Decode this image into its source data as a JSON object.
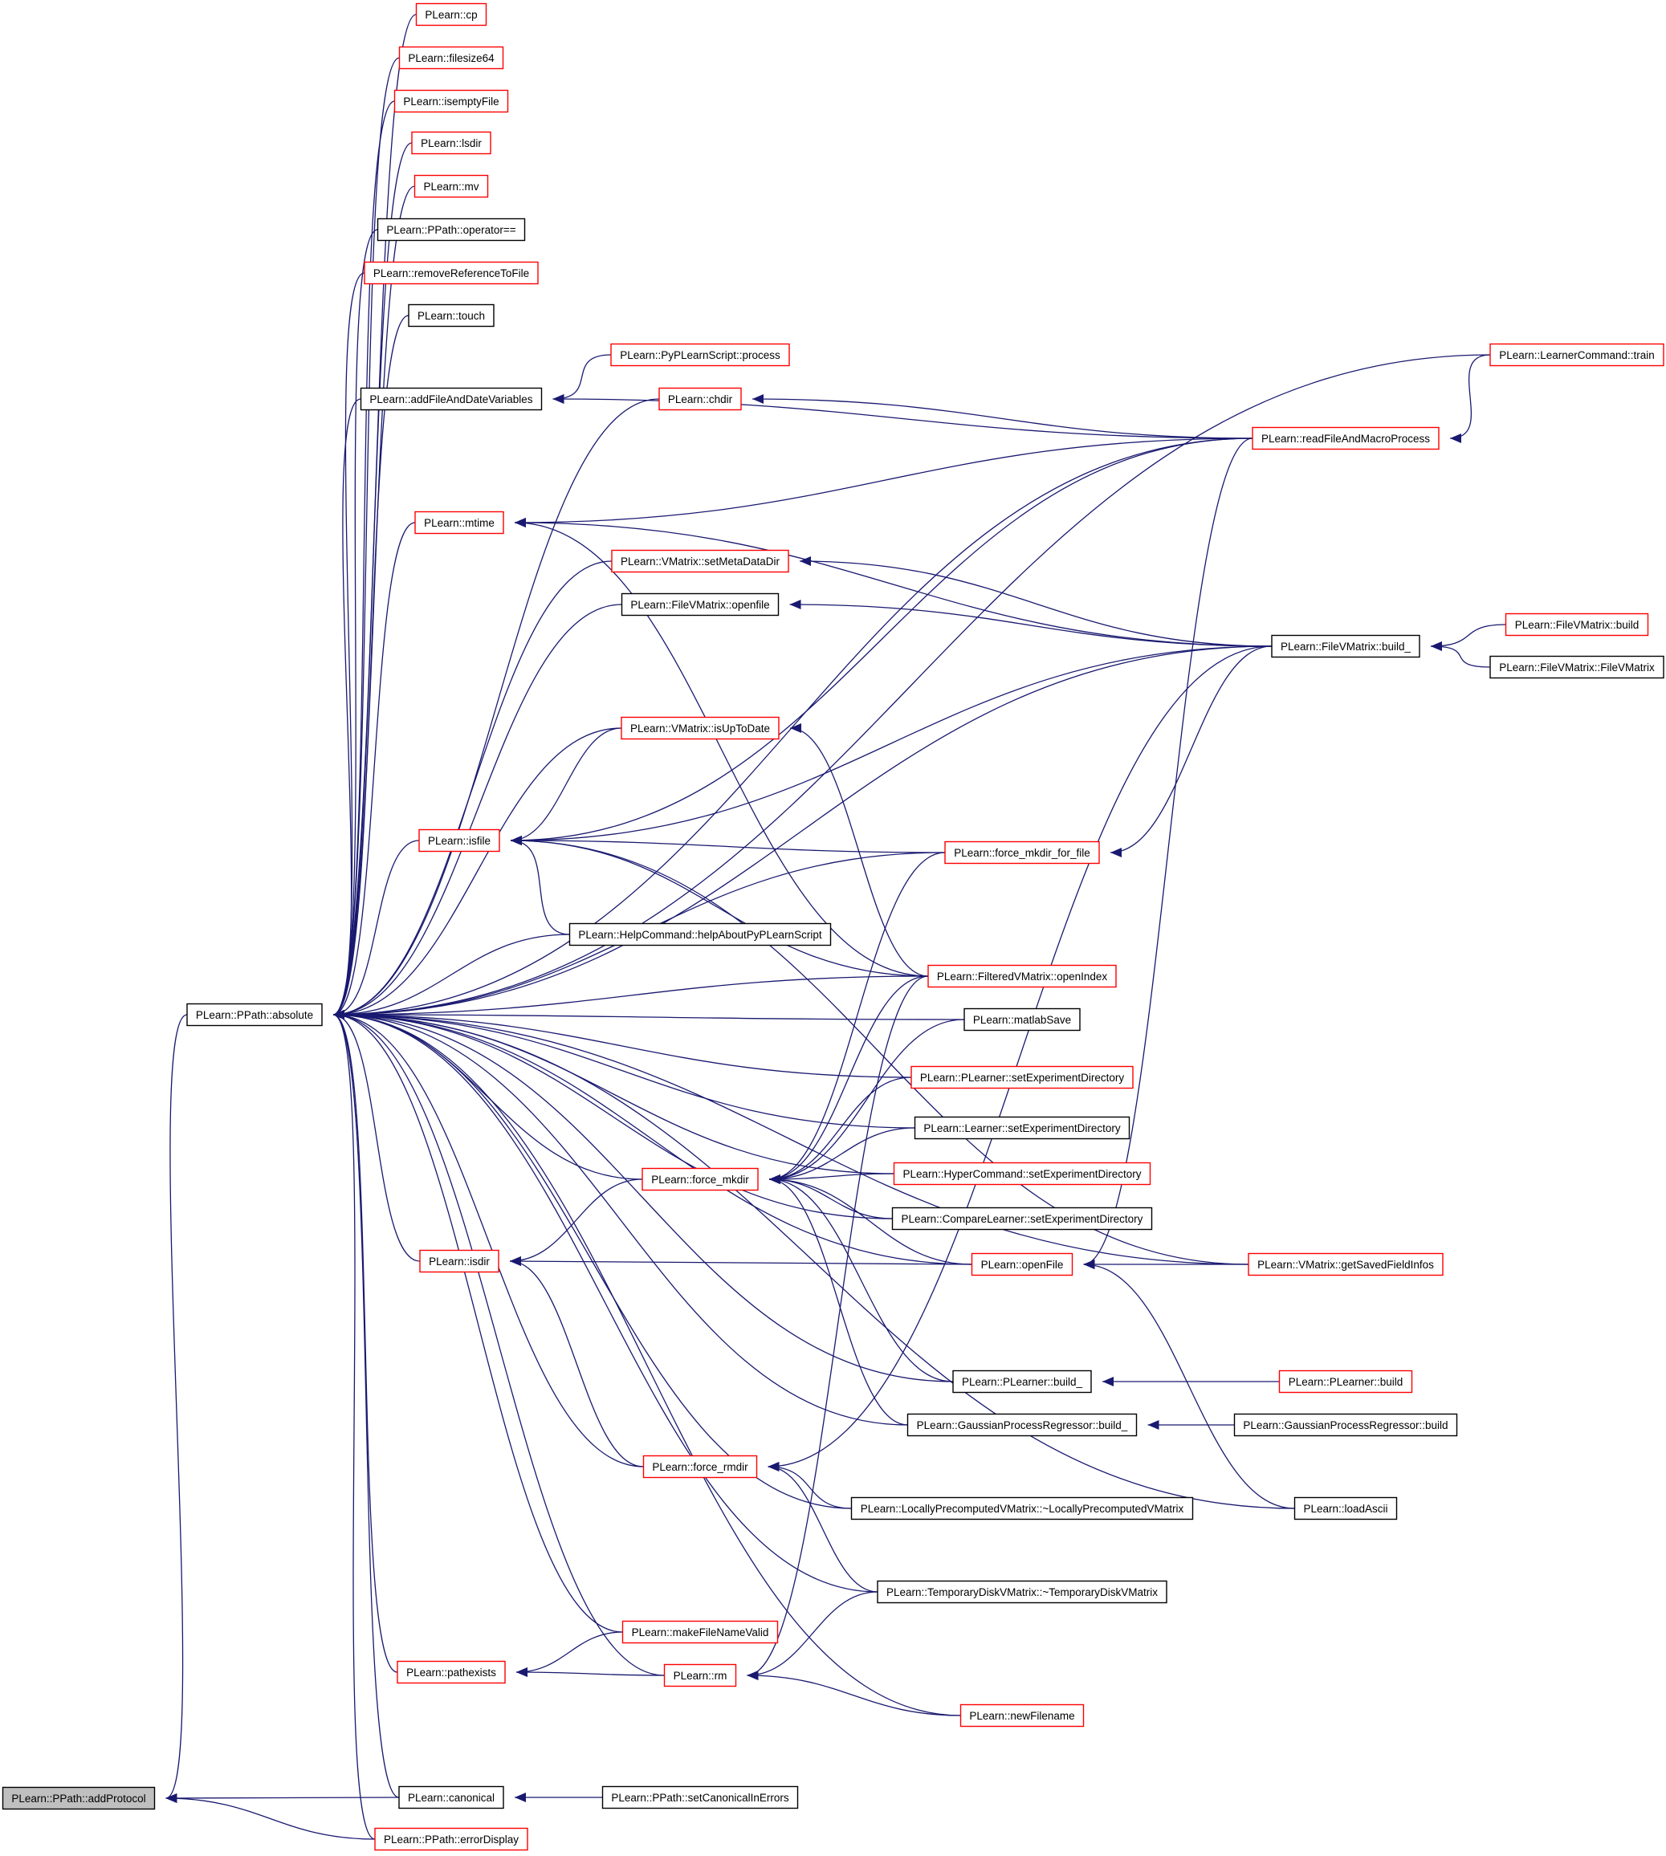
{
  "colors": {
    "edge": "#191970",
    "black_border": "#000000",
    "red_border": "#ff0000",
    "root_fill": "#bfbfbf",
    "background": "#ffffff"
  },
  "nodes": [
    {
      "id": "addProtocol",
      "label": "PLearn::PPath::addProtocol",
      "border": "black",
      "root": true
    },
    {
      "id": "absolute",
      "label": "PLearn::PPath::absolute",
      "border": "black"
    },
    {
      "id": "cp",
      "label": "PLearn::cp",
      "border": "red"
    },
    {
      "id": "filesize64",
      "label": "PLearn::filesize64",
      "border": "red"
    },
    {
      "id": "isemptyFile",
      "label": "PLearn::isemptyFile",
      "border": "red"
    },
    {
      "id": "lsdir",
      "label": "PLearn::lsdir",
      "border": "red"
    },
    {
      "id": "mv",
      "label": "PLearn::mv",
      "border": "red"
    },
    {
      "id": "opeq",
      "label": "PLearn::PPath::operator==",
      "border": "black"
    },
    {
      "id": "removeRef",
      "label": "PLearn::removeReferenceToFile",
      "border": "red"
    },
    {
      "id": "touch",
      "label": "PLearn::touch",
      "border": "black"
    },
    {
      "id": "addFileDate",
      "label": "PLearn::addFileAndDateVariables",
      "border": "black"
    },
    {
      "id": "pyprocess",
      "label": "PLearn::PyPLearnScript::process",
      "border": "red"
    },
    {
      "id": "chdir",
      "label": "PLearn::chdir",
      "border": "red"
    },
    {
      "id": "mtime",
      "label": "PLearn::mtime",
      "border": "red"
    },
    {
      "id": "setMetaDataDir",
      "label": "PLearn::VMatrix::setMetaDataDir",
      "border": "red"
    },
    {
      "id": "openfile",
      "label": "PLearn::FileVMatrix::openfile",
      "border": "black"
    },
    {
      "id": "isUpToDate",
      "label": "PLearn::VMatrix::isUpToDate",
      "border": "red"
    },
    {
      "id": "isfile",
      "label": "PLearn::isfile",
      "border": "red"
    },
    {
      "id": "helpAbout",
      "label": "PLearn::HelpCommand::helpAboutPyPLearnScript",
      "border": "black"
    },
    {
      "id": "forceMkdir",
      "label": "PLearn::force_mkdir",
      "border": "red"
    },
    {
      "id": "isdir",
      "label": "PLearn::isdir",
      "border": "red"
    },
    {
      "id": "forceRmdir",
      "label": "PLearn::force_rmdir",
      "border": "red"
    },
    {
      "id": "makeValid",
      "label": "PLearn::makeFileNameValid",
      "border": "red"
    },
    {
      "id": "pathexists",
      "label": "PLearn::pathexists",
      "border": "red"
    },
    {
      "id": "rm",
      "label": "PLearn::rm",
      "border": "red"
    },
    {
      "id": "canonical",
      "label": "PLearn::canonical",
      "border": "black"
    },
    {
      "id": "errorDisplay",
      "label": "PLearn::PPath::errorDisplay",
      "border": "red"
    },
    {
      "id": "setCanon",
      "label": "PLearn::PPath::setCanonicalInErrors",
      "border": "black"
    },
    {
      "id": "learnerTrain",
      "label": "PLearn::LearnerCommand::train",
      "border": "red"
    },
    {
      "id": "readFileMacro",
      "label": "PLearn::readFileAndMacroProcess",
      "border": "red"
    },
    {
      "id": "fvmBuild_",
      "label": "PLearn::FileVMatrix::build_",
      "border": "black"
    },
    {
      "id": "fvmBuild",
      "label": "PLearn::FileVMatrix::build",
      "border": "red"
    },
    {
      "id": "fvmCtor",
      "label": "PLearn::FileVMatrix::FileVMatrix",
      "border": "black"
    },
    {
      "id": "forceMkdirFile",
      "label": "PLearn::force_mkdir_for_file",
      "border": "red"
    },
    {
      "id": "filteredOpen",
      "label": "PLearn::FilteredVMatrix::openIndex",
      "border": "red"
    },
    {
      "id": "matlabSave",
      "label": "PLearn::matlabSave",
      "border": "black"
    },
    {
      "id": "plSetExp",
      "label": "PLearn::PLearner::setExperimentDirectory",
      "border": "red"
    },
    {
      "id": "lSetExp",
      "label": "PLearn::Learner::setExperimentDirectory",
      "border": "black"
    },
    {
      "id": "hSetExp",
      "label": "PLearn::HyperCommand::setExperimentDirectory",
      "border": "red"
    },
    {
      "id": "cSetExp",
      "label": "PLearn::CompareLearner::setExperimentDirectory",
      "border": "black"
    },
    {
      "id": "openFile",
      "label": "PLearn::openFile",
      "border": "red"
    },
    {
      "id": "getSaved",
      "label": "PLearn::VMatrix::getSavedFieldInfos",
      "border": "red"
    },
    {
      "id": "plBuild_",
      "label": "PLearn::PLearner::build_",
      "border": "black"
    },
    {
      "id": "plBuild",
      "label": "PLearn::PLearner::build",
      "border": "red"
    },
    {
      "id": "gpBuild_",
      "label": "PLearn::GaussianProcessRegressor::build_",
      "border": "black"
    },
    {
      "id": "gpBuild",
      "label": "PLearn::GaussianProcessRegressor::build",
      "border": "black"
    },
    {
      "id": "lpvDtor",
      "label": "PLearn::LocallyPrecomputedVMatrix::~LocallyPrecomputedVMatrix",
      "border": "black"
    },
    {
      "id": "loadAscii",
      "label": "PLearn::loadAscii",
      "border": "black"
    },
    {
      "id": "tdvDtor",
      "label": "PLearn::TemporaryDiskVMatrix::~TemporaryDiskVMatrix",
      "border": "black"
    },
    {
      "id": "newFilename",
      "label": "PLearn::newFilename",
      "border": "red"
    }
  ],
  "edges": [
    [
      "addProtocol",
      "absolute"
    ],
    [
      "addProtocol",
      "canonical"
    ],
    [
      "addProtocol",
      "errorDisplay"
    ],
    [
      "absolute",
      "cp"
    ],
    [
      "absolute",
      "filesize64"
    ],
    [
      "absolute",
      "isemptyFile"
    ],
    [
      "absolute",
      "lsdir"
    ],
    [
      "absolute",
      "mv"
    ],
    [
      "absolute",
      "opeq"
    ],
    [
      "absolute",
      "removeRef"
    ],
    [
      "absolute",
      "touch"
    ],
    [
      "absolute",
      "addFileDate"
    ],
    [
      "absolute",
      "learnerTrain"
    ],
    [
      "absolute",
      "readFileMacro"
    ],
    [
      "absolute",
      "chdir"
    ],
    [
      "absolute",
      "mtime"
    ],
    [
      "absolute",
      "setMetaDataDir"
    ],
    [
      "absolute",
      "openfile"
    ],
    [
      "absolute",
      "fvmBuild_"
    ],
    [
      "absolute",
      "isUpToDate"
    ],
    [
      "absolute",
      "forceMkdirFile"
    ],
    [
      "absolute",
      "isfile"
    ],
    [
      "absolute",
      "helpAbout"
    ],
    [
      "absolute",
      "filteredOpen"
    ],
    [
      "absolute",
      "matlabSave"
    ],
    [
      "absolute",
      "plSetExp"
    ],
    [
      "absolute",
      "lSetExp"
    ],
    [
      "absolute",
      "hSetExp"
    ],
    [
      "absolute",
      "forceMkdir"
    ],
    [
      "absolute",
      "cSetExp"
    ],
    [
      "absolute",
      "isdir"
    ],
    [
      "absolute",
      "openFile"
    ],
    [
      "absolute",
      "getSaved"
    ],
    [
      "absolute",
      "plBuild_"
    ],
    [
      "absolute",
      "gpBuild_"
    ],
    [
      "absolute",
      "forceRmdir"
    ],
    [
      "absolute",
      "lpvDtor"
    ],
    [
      "absolute",
      "loadAscii"
    ],
    [
      "absolute",
      "tdvDtor"
    ],
    [
      "absolute",
      "makeValid"
    ],
    [
      "absolute",
      "pathexists"
    ],
    [
      "absolute",
      "rm"
    ],
    [
      "absolute",
      "newFilename"
    ],
    [
      "absolute",
      "canonical"
    ],
    [
      "absolute",
      "errorDisplay"
    ],
    [
      "addFileDate",
      "pyprocess"
    ],
    [
      "addFileDate",
      "readFileMacro"
    ],
    [
      "readFileMacro",
      "learnerTrain"
    ],
    [
      "chdir",
      "readFileMacro"
    ],
    [
      "mtime",
      "readFileMacro"
    ],
    [
      "mtime",
      "fvmBuild_"
    ],
    [
      "mtime",
      "filteredOpen"
    ],
    [
      "setMetaDataDir",
      "fvmBuild_"
    ],
    [
      "openfile",
      "fvmBuild_"
    ],
    [
      "fvmBuild_",
      "fvmBuild"
    ],
    [
      "fvmBuild_",
      "fvmCtor"
    ],
    [
      "isUpToDate",
      "filteredOpen"
    ],
    [
      "isfile",
      "isUpToDate"
    ],
    [
      "isfile",
      "readFileMacro"
    ],
    [
      "isfile",
      "fvmBuild_"
    ],
    [
      "isfile",
      "forceMkdirFile"
    ],
    [
      "isfile",
      "helpAbout"
    ],
    [
      "isfile",
      "filteredOpen"
    ],
    [
      "isfile",
      "getSaved"
    ],
    [
      "forceMkdirFile",
      "fvmBuild_"
    ],
    [
      "forceMkdir",
      "forceMkdirFile"
    ],
    [
      "forceMkdir",
      "filteredOpen"
    ],
    [
      "forceMkdir",
      "matlabSave"
    ],
    [
      "forceMkdir",
      "plSetExp"
    ],
    [
      "forceMkdir",
      "lSetExp"
    ],
    [
      "forceMkdir",
      "hSetExp"
    ],
    [
      "forceMkdir",
      "cSetExp"
    ],
    [
      "forceMkdir",
      "openFile"
    ],
    [
      "forceMkdir",
      "plBuild_"
    ],
    [
      "forceMkdir",
      "gpBuild_"
    ],
    [
      "isdir",
      "forceMkdir"
    ],
    [
      "isdir",
      "openFile"
    ],
    [
      "isdir",
      "forceRmdir"
    ],
    [
      "openFile",
      "readFileMacro"
    ],
    [
      "openFile",
      "getSaved"
    ],
    [
      "openFile",
      "loadAscii"
    ],
    [
      "plBuild_",
      "plBuild"
    ],
    [
      "gpBuild_",
      "gpBuild"
    ],
    [
      "forceRmdir",
      "fvmBuild_"
    ],
    [
      "forceRmdir",
      "lpvDtor"
    ],
    [
      "forceRmdir",
      "tdvDtor"
    ],
    [
      "pathexists",
      "makeValid"
    ],
    [
      "pathexists",
      "rm"
    ],
    [
      "rm",
      "filteredOpen"
    ],
    [
      "rm",
      "tdvDtor"
    ],
    [
      "rm",
      "newFilename"
    ],
    [
      "canonical",
      "setCanon"
    ]
  ]
}
